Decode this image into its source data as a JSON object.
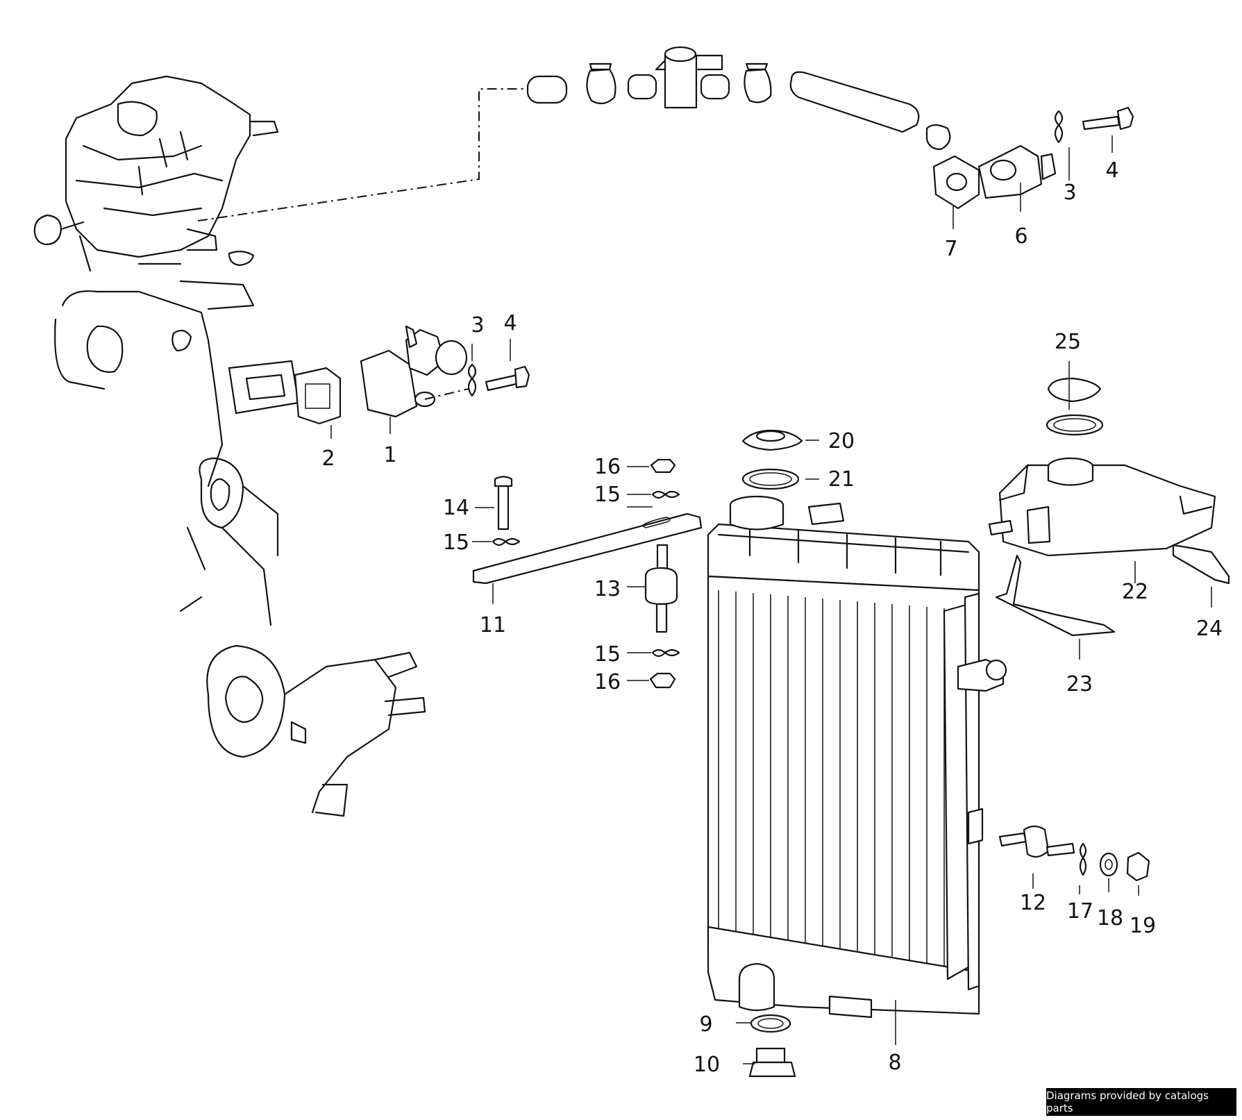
{
  "credit": "Diagrams provided by catalogs parts",
  "callouts": {
    "c1": "1",
    "c2": "2",
    "c3a": "3",
    "c4a": "4",
    "c3b": "3",
    "c4b": "4",
    "c6": "6",
    "c7": "7",
    "c8": "8",
    "c9": "9",
    "c10": "10",
    "c11": "11",
    "c12": "12",
    "c13": "13",
    "c14": "14",
    "c15a": "15",
    "c15b": "15",
    "c15c": "15",
    "c16a": "16",
    "c16b": "16",
    "c17": "17",
    "c18": "18",
    "c19": "19",
    "c20": "20",
    "c21": "21",
    "c22": "22",
    "c23": "23",
    "c24": "24",
    "c25": "25"
  }
}
